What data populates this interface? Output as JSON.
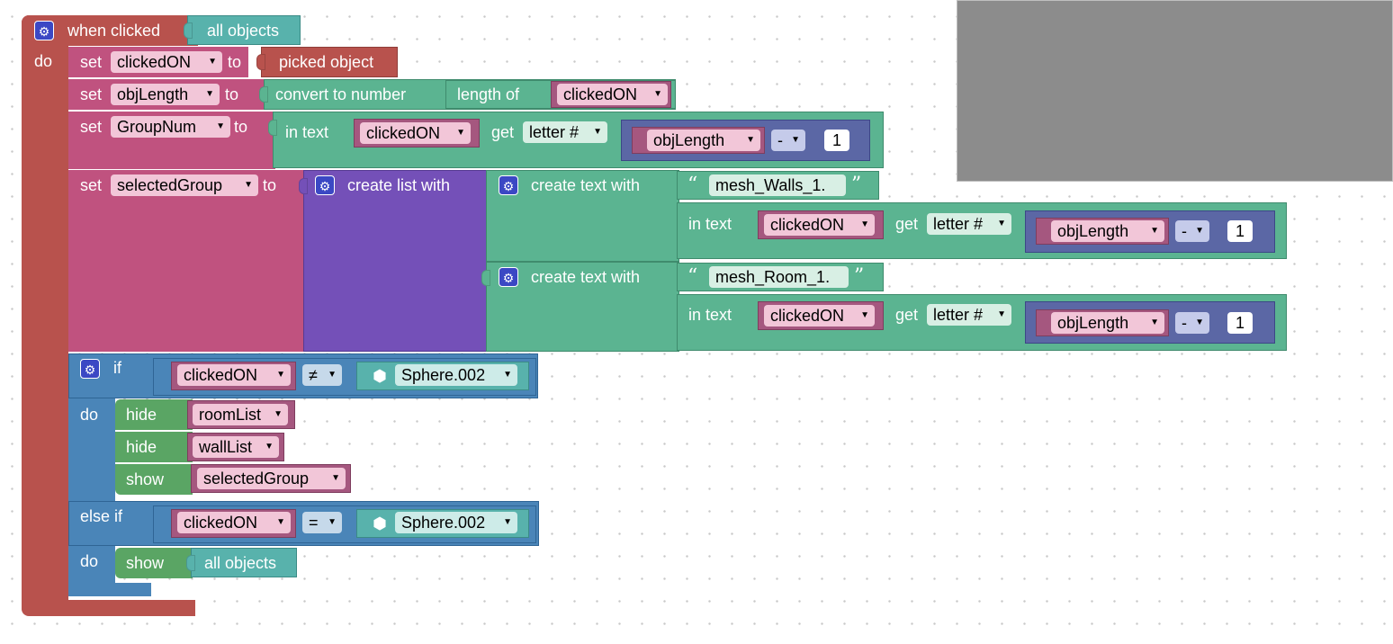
{
  "event": {
    "title": "when clicked",
    "target": "all objects",
    "do_label": "do"
  },
  "vars": {
    "clickedON": "clickedON",
    "objLength": "objLength",
    "GroupNum": "GroupNum",
    "selectedGroup": "selectedGroup",
    "roomList": "roomList",
    "wallList": "wallList"
  },
  "kw": {
    "set": "set",
    "to": "to",
    "picked_object": "picked object",
    "convert_to_number": "convert to number",
    "length_of": "length of",
    "in_text": "in text",
    "get": "get",
    "letter_num": "letter #",
    "minus": "-",
    "one": "1",
    "create_list_with": "create list with",
    "create_text_with": "create text with",
    "mesh_walls": "mesh_Walls_1.",
    "mesh_room": "mesh_Room_1.",
    "open_quote": "“",
    "close_quote": "”",
    "if": "if",
    "else_if": "else if",
    "do": "do",
    "hide": "hide",
    "show": "show",
    "neq": "≠",
    "eq": "=",
    "sphere": "Sphere.002",
    "all_objects": "all objects"
  },
  "icons": {
    "gear": "gear-icon",
    "cube": "cube-icon",
    "dropdown": "chevron-down-icon"
  },
  "colors": {
    "event": "#b8524d",
    "variable": "#c0527f",
    "var_pill": "#a5577f",
    "text": "#5bb491",
    "list": "#7450b8",
    "math": "#5b67a5",
    "logic": "#4a85b8",
    "visibility": "#5aa564",
    "object": "#58b2ac",
    "gear": "#3b48c4"
  }
}
